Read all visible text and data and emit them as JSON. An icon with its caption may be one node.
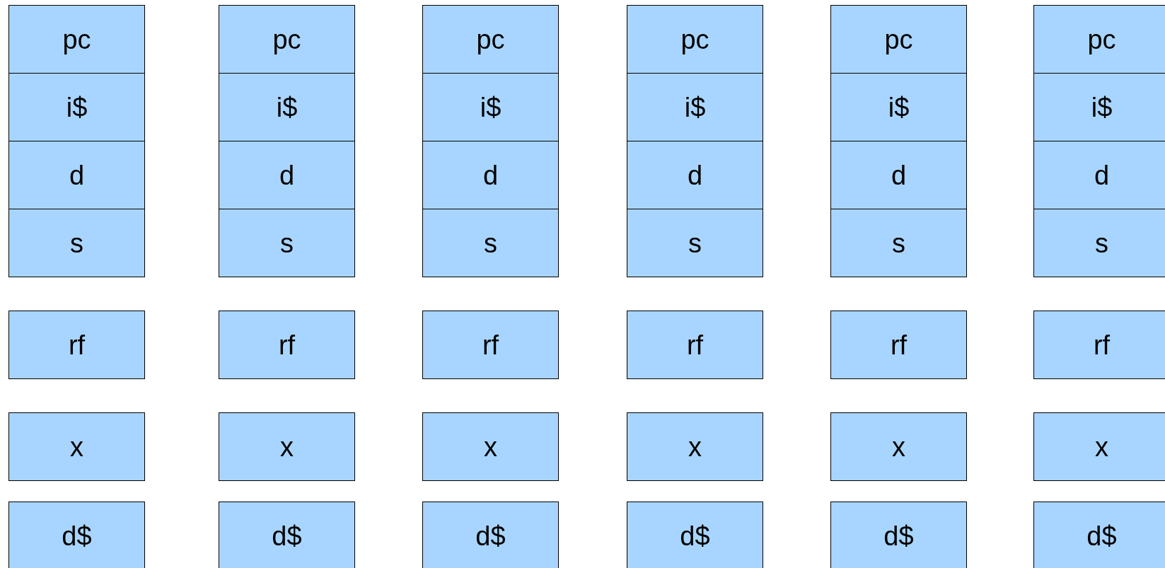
{
  "diagram": {
    "nodes": [
      {
        "text": [
          "pc"
        ]
      },
      {
        "text": [
          "i$"
        ]
      },
      {
        "text": [
          "d"
        ]
      },
      {
        "text": [
          "s"
        ]
      },
      {
        "text": [
          "rf"
        ]
      },
      {
        "text": [
          "x"
        ]
      },
      {
        "text": [
          "d$"
        ]
      },
      {
        "text": [
          "pc"
        ]
      },
      {
        "text": [
          "i$"
        ]
      },
      {
        "text": [
          "d"
        ]
      },
      {
        "text": [
          "s"
        ]
      },
      {
        "text": [
          "rf"
        ]
      },
      {
        "text": [
          "x"
        ]
      },
      {
        "text": [
          "d$"
        ]
      },
      {
        "text": [
          "pc"
        ]
      },
      {
        "text": [
          "i$"
        ]
      },
      {
        "text": [
          "d"
        ]
      },
      {
        "text": [
          "s"
        ]
      },
      {
        "text": [
          "rf"
        ]
      },
      {
        "text": [
          "x"
        ]
      },
      {
        "text": [
          "d$"
        ]
      },
      {
        "text": [
          "pc"
        ]
      },
      {
        "text": [
          "i$"
        ]
      },
      {
        "text": [
          "d"
        ]
      },
      {
        "text": [
          "s"
        ]
      },
      {
        "text": [
          "rf"
        ]
      },
      {
        "text": [
          "x"
        ]
      },
      {
        "text": [
          "d$"
        ]
      },
      {
        "text": [
          "pc"
        ]
      },
      {
        "text": [
          "i$"
        ]
      },
      {
        "text": [
          "d"
        ]
      },
      {
        "text": [
          "s"
        ]
      },
      {
        "text": [
          "rf"
        ]
      },
      {
        "text": [
          "x"
        ]
      },
      {
        "text": [
          "d$"
        ]
      },
      {
        "text": [
          "pc"
        ]
      },
      {
        "text": [
          "i$"
        ]
      },
      {
        "text": [
          "d"
        ]
      },
      {
        "text": [
          "s"
        ]
      },
      {
        "text": [
          "rf"
        ]
      },
      {
        "text": [
          "x"
        ]
      },
      {
        "text": [
          "d$"
        ]
      }
    ]
  }
}
